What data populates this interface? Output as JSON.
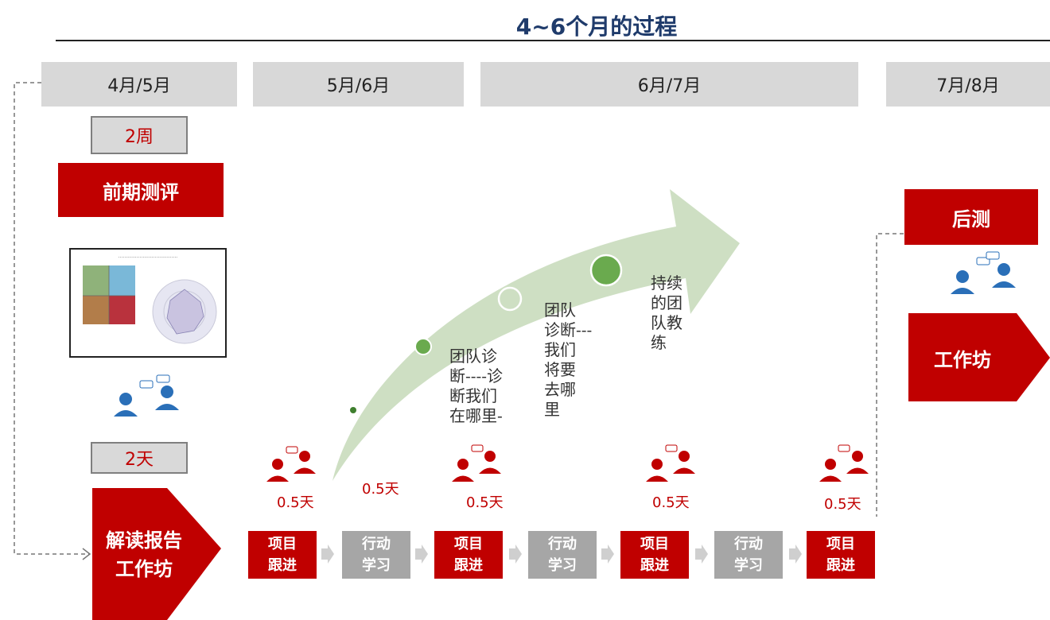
{
  "title": "4~6个月的过程",
  "periods": [
    "4月/5月",
    "5月/6月",
    "6月/7月",
    "7月/8月"
  ],
  "left_column": {
    "duration_weeks": "2周",
    "pre_assessment": "前期测评",
    "duration_days": "2天",
    "workshop_label": "解读报告\n工作坊"
  },
  "right_column": {
    "post_test": "后测",
    "workshop": "工作坊"
  },
  "half_days": [
    "0.5天",
    "0.5天",
    "0.5天",
    "0.5天",
    "0.5天"
  ],
  "stages": [
    {
      "label": "项目\n跟进",
      "type": "follow"
    },
    {
      "label": "行动\n学习",
      "type": "action"
    },
    {
      "label": "项目\n跟进",
      "type": "follow"
    },
    {
      "label": "行动\n学习",
      "type": "action"
    },
    {
      "label": "项目\n跟进",
      "type": "follow"
    },
    {
      "label": "行动\n学习",
      "type": "action"
    },
    {
      "label": "项目\n跟进",
      "type": "follow"
    }
  ],
  "arrow_notes": [
    "团队诊\n断----诊\n断我们\n在哪里-",
    "团队\n诊断---\n我们\n将要\n去哪\n里",
    "持续\n的团\n队教\n练"
  ],
  "colors": {
    "accent_red": "#c00000",
    "period_grey": "#d8d8d8",
    "stage_grey": "#a6a6a6",
    "arrow_green": "#c9dcbc",
    "dot_green": "#6aaa4e",
    "people_blue": "#2a6fb8",
    "title_blue": "#1f3b6b"
  },
  "icons": [
    "people-discussion-icon",
    "chart-thumbnail-icon",
    "chevron-right-icon"
  ]
}
